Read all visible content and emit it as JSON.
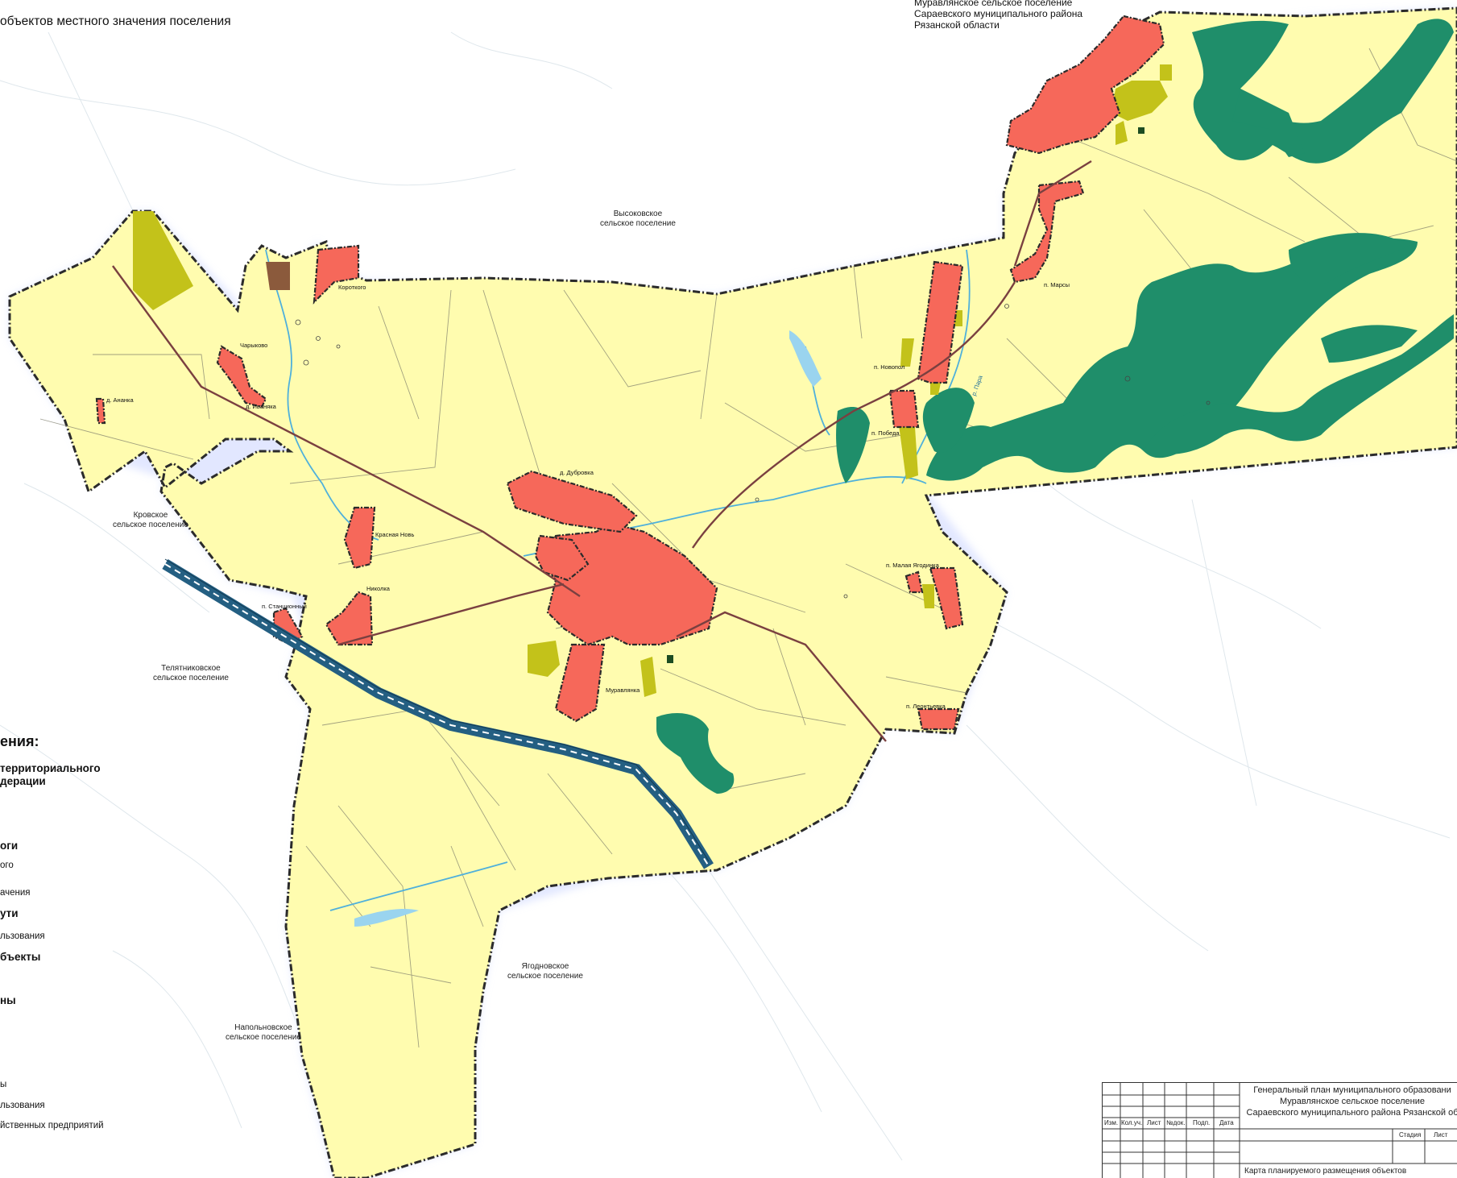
{
  "header": {
    "title": "объектов местного значения поселения",
    "region_lines": [
      "Муравлянское сельское поселение",
      "Сараевского муниципального района",
      "Рязанской области"
    ]
  },
  "neighbors": {
    "vysokovskoe": [
      "Высоковское",
      "сельское поселение"
    ],
    "krovskoe": [
      "Кровское",
      "сельское поселение"
    ],
    "telyatnikovskoe": [
      "Телятниковское",
      "сельское поселение"
    ],
    "yagodnovskoe": [
      "Ягодновское",
      "сельское поселение"
    ],
    "napolnovskoe": [
      "Напольновское",
      "сельское поселение"
    ]
  },
  "places": {
    "anenka": "д. Ананка",
    "charykovo": "Чарыково",
    "ivanyanka": "д. Иваняка",
    "korotkovo": "Короткого",
    "dubrovka": "д. Дубровка",
    "krasnaya_nov": "Красная Новь",
    "nikolaevka": "Николка",
    "stancionny": "п. Станционный",
    "muravlyanka": "Муравлянка",
    "malaya_yagodinka": "п. Малая Ягодинка",
    "leontyevka": "п. Леонтьевка",
    "pobeda": "п. Победа",
    "novopol": "п. Новопол",
    "marsy": "п. Марсы",
    "river": "р. Пара"
  },
  "legend": {
    "heading": "ения:",
    "territorial": [
      "территориального",
      "дерации"
    ],
    "roads": "оги",
    "roads_sub": "ого",
    "roads_sub2": "ачения",
    "rail": "ути",
    "rail_sub": "льзования",
    "objects": "бъекты",
    "zones": "ны",
    "z1": "ы",
    "z2": "льзования",
    "z3": "йственных предприятий"
  },
  "stamp": {
    "cols": [
      "Изм.",
      "Кол.уч.",
      "Лист",
      "№док.",
      "Подп.",
      "Дата"
    ],
    "title_lines": [
      "Генеральный план муниципального образовани",
      "Муравлянское сельское поселение",
      "Сараевского муниципального района Рязанской об"
    ],
    "stage": "Стадия",
    "sheet": "Лист",
    "sheet_title": "Карта планируемого размещения объектов"
  },
  "colors": {
    "territory": "#fffcaf",
    "settlement": "#f6685a",
    "forest": "#1f8e6a",
    "olive": "#c3c21a",
    "brown": "#8b5a3c",
    "water": "#9ad4ef",
    "rail": "#245f82",
    "road": "#7a4040",
    "boundary": "#2b2b2b"
  }
}
